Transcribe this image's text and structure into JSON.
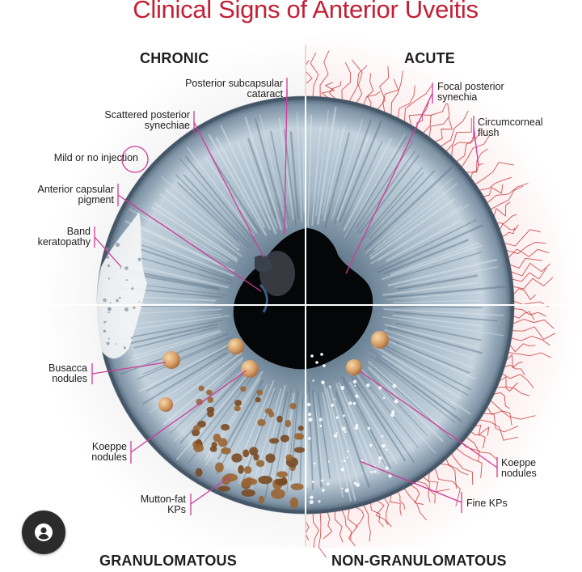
{
  "title": "Clinical Signs of Anterior Uveitis",
  "quadrants": {
    "chronic": "CHRONIC",
    "acute": "ACUTE",
    "granulomatous": "GRANULOMATOUS",
    "non_granulomatous": "NON-GRANULOMATOUS"
  },
  "labels": {
    "posterior_subcapsular_cataract": "Posterior subcapsular\ncataract",
    "scattered_posterior_synechiae": "Scattered posterior\nsynechiae",
    "mild_or_no_injection": "Mild or no injection",
    "anterior_capsular_pigment": "Anterior capsular\npigment",
    "band_keratopathy": "Band\nkeratopathy",
    "busacca_nodules": "Busacca\nnodules",
    "koeppe_nodules_left": "Koeppe\nnodules",
    "mutton_fat_kps": "Mutton-fat\nKPs",
    "focal_posterior_synechia": "Focal posterior\nsynechia",
    "circumcorneal_flush": "Circumcorneal\nflush",
    "koeppe_nodules_right": "Koeppe\nnodules",
    "fine_kps": "Fine KPs"
  },
  "colors": {
    "title": "#c41f34",
    "leader_lines": "#d03a9a",
    "iris": "#8fa6b8",
    "pupil": "#050608",
    "flush": "#c22a2a"
  },
  "icons": {
    "account_button": "account-icon"
  }
}
